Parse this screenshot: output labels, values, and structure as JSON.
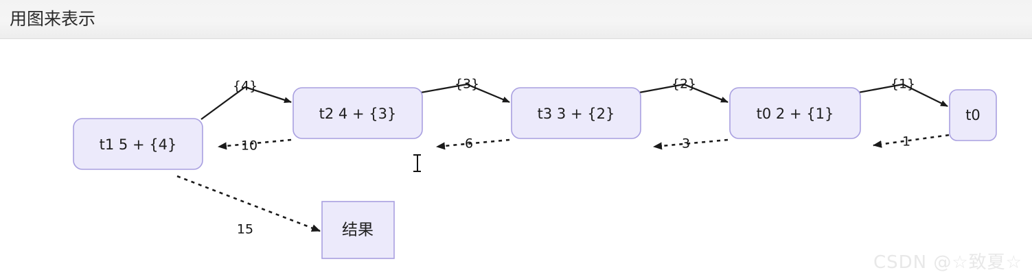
{
  "header": {
    "title": "用图来表示"
  },
  "diagram": {
    "nodes": [
      {
        "id": "t1",
        "label": "t1 5 + {4}",
        "shape": "rounded-rect"
      },
      {
        "id": "t2",
        "label": "t2 4 + {3}",
        "shape": "rounded-rect"
      },
      {
        "id": "t3",
        "label": "t3 3 + {2}",
        "shape": "rounded-rect"
      },
      {
        "id": "t0plus",
        "label": "t0 2 + {1}",
        "shape": "rounded-rect"
      },
      {
        "id": "t0",
        "label": "t0",
        "shape": "rounded-rect"
      },
      {
        "id": "result",
        "label": "结果",
        "shape": "rect"
      }
    ],
    "edges": [
      {
        "from": "t1",
        "to": "t2",
        "label": "{4}",
        "style": "solid"
      },
      {
        "from": "t2",
        "to": "t3",
        "label": "{3}",
        "style": "solid"
      },
      {
        "from": "t3",
        "to": "t0plus",
        "label": "{2}",
        "style": "solid"
      },
      {
        "from": "t0plus",
        "to": "t0",
        "label": "{1}",
        "style": "solid"
      },
      {
        "from": "t2",
        "to": "t1",
        "label": "10",
        "style": "dotted"
      },
      {
        "from": "t3",
        "to": "t2",
        "label": "6",
        "style": "dotted"
      },
      {
        "from": "t0plus",
        "to": "t3",
        "label": "3",
        "style": "dotted"
      },
      {
        "from": "t0",
        "to": "t0plus",
        "label": "1",
        "style": "dotted"
      },
      {
        "from": "t1",
        "to": "result",
        "label": "15",
        "style": "dotted"
      }
    ],
    "colors": {
      "node_fill": "#eceafb",
      "node_stroke": "#a89fe0",
      "edge_stroke": "#1a1a1a",
      "text": "#1d1d1d"
    }
  },
  "watermark": {
    "text": "CSDN @☆致夏☆"
  }
}
